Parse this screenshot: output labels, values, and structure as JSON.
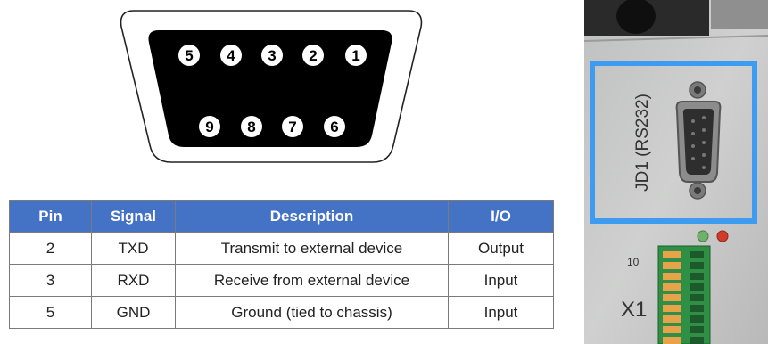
{
  "connector": {
    "top_row_pins": [
      "5",
      "4",
      "3",
      "2",
      "1"
    ],
    "bottom_row_pins": [
      "9",
      "8",
      "7",
      "6"
    ]
  },
  "table": {
    "headers": [
      "Pin",
      "Signal",
      "Description",
      "I/O"
    ],
    "rows": [
      [
        "2",
        "TXD",
        "Transmit to external device",
        "Output"
      ],
      [
        "3",
        "RXD",
        "Receive from external device",
        "Input"
      ],
      [
        "5",
        "GND",
        "Ground (tied to chassis)",
        "Input"
      ]
    ]
  },
  "photo": {
    "port_label": "JD1 (RS232)",
    "terminal_label": "X1",
    "terminal_number": "10",
    "highlight_color": "#3d9cf0"
  },
  "colors": {
    "header_bg": "#4472c4",
    "header_text": "#ffffff",
    "connector_fill": "#000000"
  }
}
